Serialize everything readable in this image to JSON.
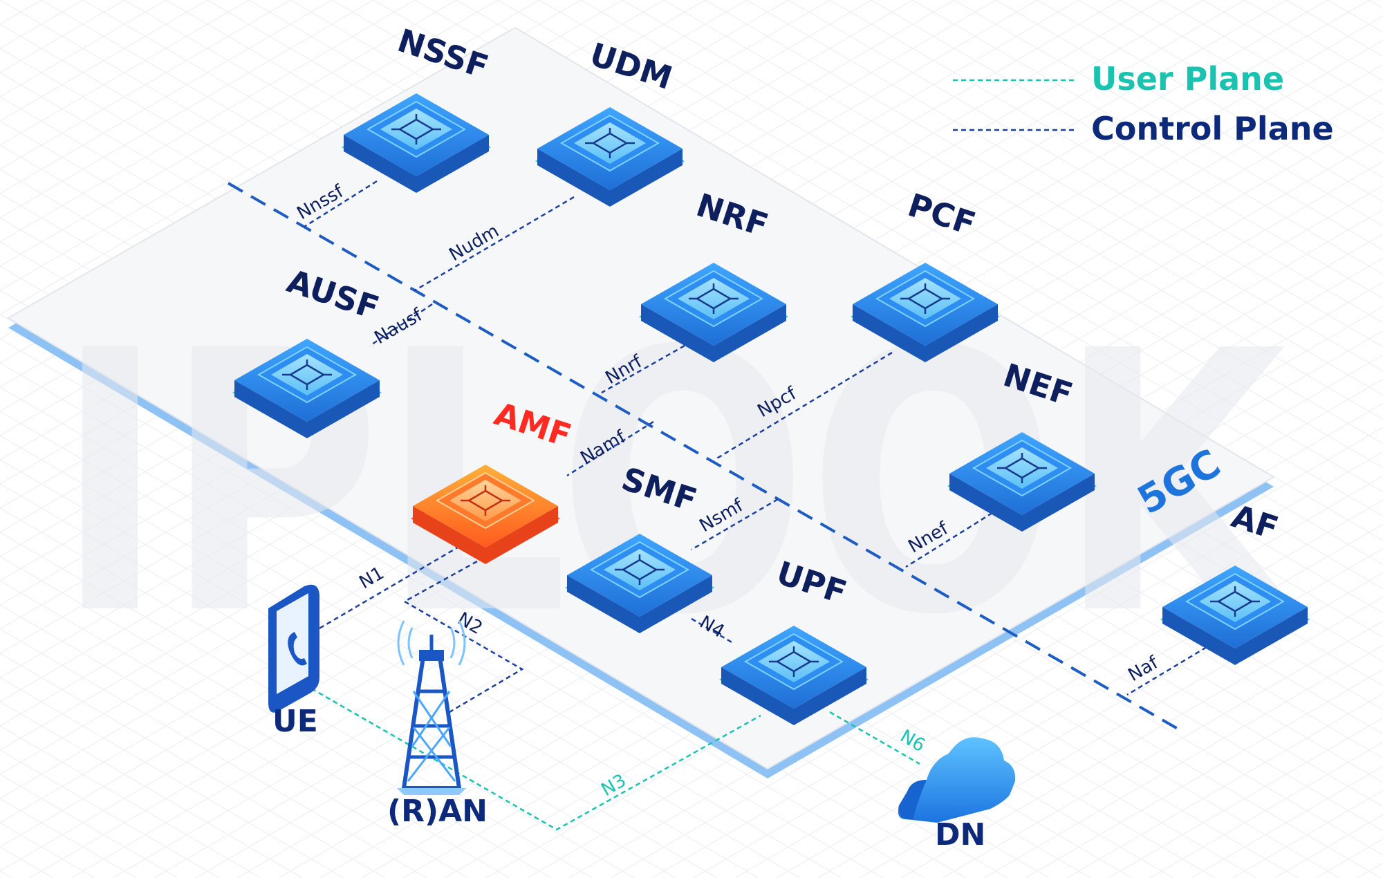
{
  "legend": {
    "user_plane": "User Plane",
    "control_plane": "Control Plane"
  },
  "core_label": "5GC",
  "functions": {
    "nssf": "NSSF",
    "udm": "UDM",
    "nrf": "NRF",
    "pcf": "PCF",
    "ausf": "AUSF",
    "amf": "AMF",
    "smf": "SMF",
    "nef": "NEF",
    "upf": "UPF",
    "af": "AF"
  },
  "endpoints": {
    "ue": "UE",
    "ran": "(R)AN",
    "dn": "DN"
  },
  "interfaces": {
    "nnssf": "Nnssf",
    "nudm": "Nudm",
    "nausf": "Nausf",
    "nnrf": "Nnrf",
    "npcf": "Npcf",
    "namf": "Namf",
    "nsmf": "Nsmf",
    "nnef": "Nnef",
    "naf": "Naf",
    "n1": "N1",
    "n2": "N2",
    "n3": "N3",
    "n4": "N4",
    "n6": "N6"
  },
  "watermark": "IPLOOK",
  "colors": {
    "user_plane": "#19c3b0",
    "control_plane": "#0d2a7a",
    "amf": "#ff2a22",
    "nf_blue": "#1f78d8"
  }
}
